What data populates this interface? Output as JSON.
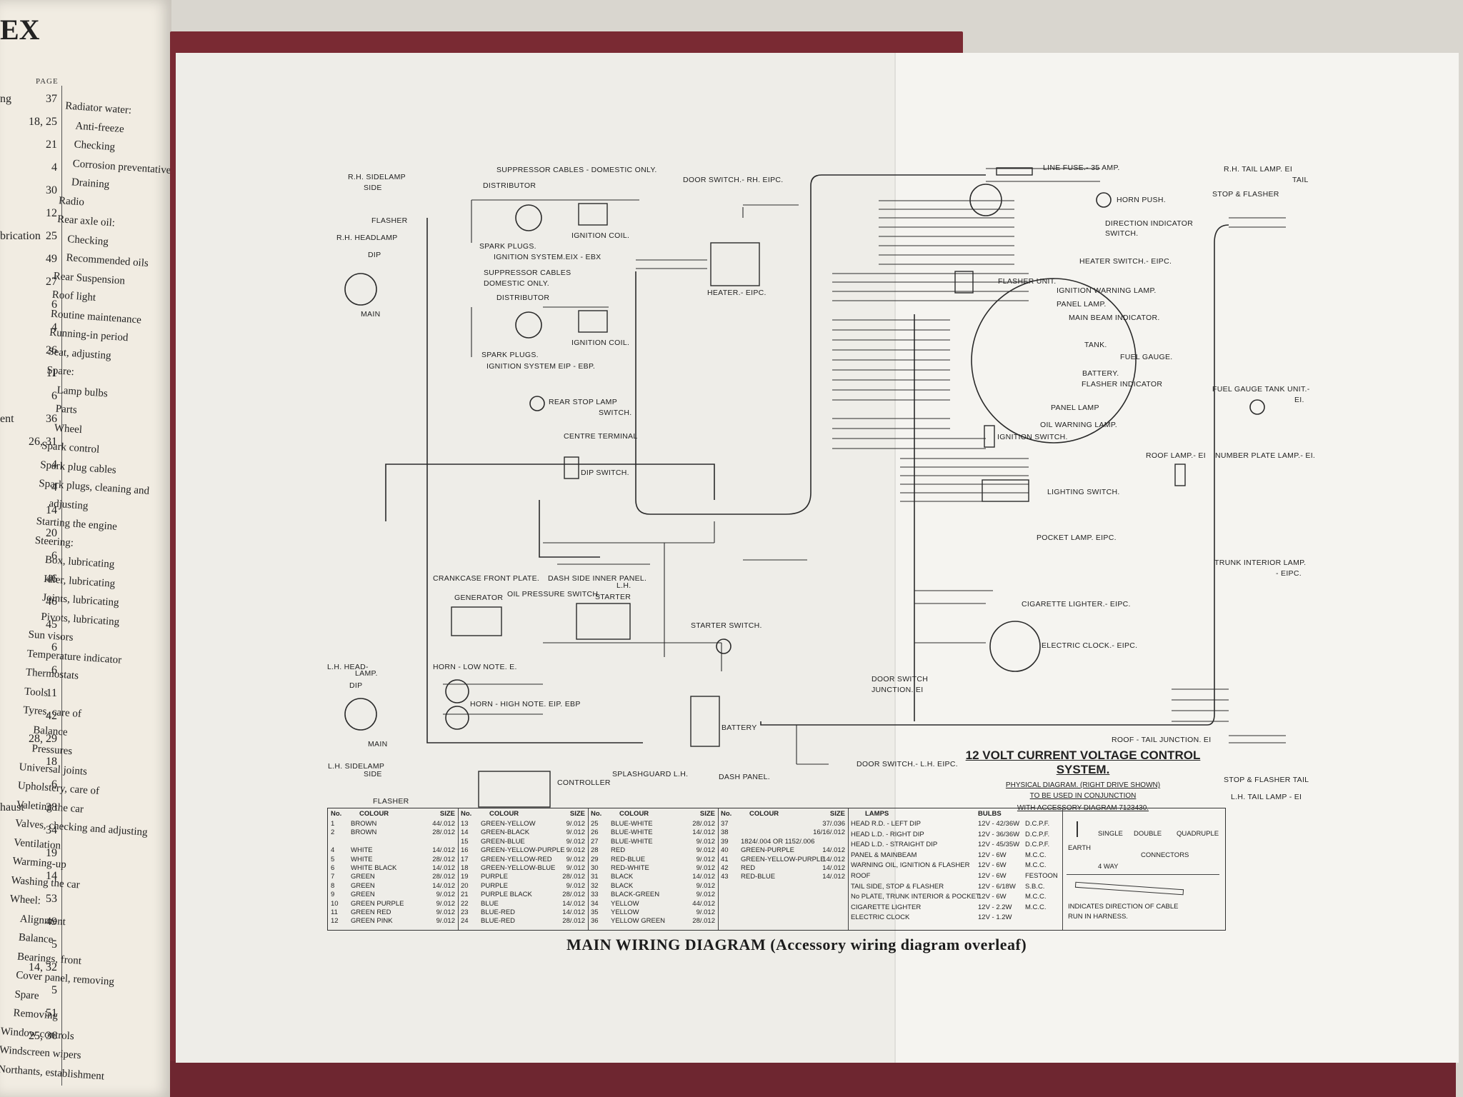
{
  "index_page": {
    "heading": "EX",
    "page_label": "PAGE",
    "left_entries": [
      {
        "text": "ng",
        "page": "37"
      },
      {
        "text": "",
        "page": "18, 25"
      },
      {
        "text": "",
        "page": "21"
      },
      {
        "text": "",
        "page": "4"
      },
      {
        "text": "",
        "page": "30"
      },
      {
        "text": "",
        "page": "12"
      },
      {
        "text": "brication",
        "page": "25"
      },
      {
        "text": "",
        "page": "49"
      },
      {
        "text": "",
        "page": "27"
      },
      {
        "text": "",
        "page": "6"
      },
      {
        "text": "",
        "page": "4"
      },
      {
        "text": "",
        "page": "26"
      },
      {
        "text": "",
        "page": "11"
      },
      {
        "text": "",
        "page": "6"
      },
      {
        "text": "ent",
        "page": "36"
      },
      {
        "text": "",
        "page": "26, 31"
      },
      {
        "text": "",
        "page": "4"
      },
      {
        "text": "",
        "page": "4"
      },
      {
        "text": "",
        "page": "14"
      },
      {
        "text": "",
        "page": "20"
      },
      {
        "text": "",
        "page": "6"
      },
      {
        "text": "",
        "page": "46"
      },
      {
        "text": "",
        "page": "46"
      },
      {
        "text": "",
        "page": "45"
      },
      {
        "text": "",
        "page": "6"
      },
      {
        "text": "",
        "page": "6"
      },
      {
        "text": "",
        "page": "11"
      },
      {
        "text": "",
        "page": "42"
      },
      {
        "text": "",
        "page": "28, 29"
      },
      {
        "text": "",
        "page": "18"
      },
      {
        "text": "",
        "page": "6"
      },
      {
        "text": "haust",
        "page": "38"
      },
      {
        "text": "",
        "page": "34"
      },
      {
        "text": "",
        "page": "19"
      },
      {
        "text": "",
        "page": "14"
      },
      {
        "text": "",
        "page": "53"
      },
      {
        "text": "",
        "page": "49"
      },
      {
        "text": "",
        "page": "5"
      },
      {
        "text": "",
        "page": "14, 32"
      },
      {
        "text": "",
        "page": "5"
      },
      {
        "text": "",
        "page": "51"
      },
      {
        "text": "",
        "page": "25, 36"
      }
    ],
    "right_entries": [
      {
        "text": "Radiator water:",
        "sub": false
      },
      {
        "text": "Anti-freeze",
        "sub": true
      },
      {
        "text": "Checking",
        "sub": true
      },
      {
        "text": "Corrosion preventative",
        "sub": true
      },
      {
        "text": "Draining",
        "sub": true
      },
      {
        "text": "Radio",
        "sub": false
      },
      {
        "text": "Rear axle oil:",
        "sub": false
      },
      {
        "text": "Checking",
        "sub": true
      },
      {
        "text": "Recommended oils",
        "sub": true
      },
      {
        "text": "Rear Suspension",
        "sub": false
      },
      {
        "text": "Roof light",
        "sub": false
      },
      {
        "text": "Routine maintenance",
        "sub": false
      },
      {
        "text": "Running-in period",
        "sub": false
      },
      {
        "text": "Seat, adjusting",
        "sub": false
      },
      {
        "text": "Spare:",
        "sub": false
      },
      {
        "text": "Lamp bulbs",
        "sub": true
      },
      {
        "text": "Parts",
        "sub": true
      },
      {
        "text": "Wheel",
        "sub": true
      },
      {
        "text": "Spark control",
        "sub": false
      },
      {
        "text": "Spark plug cables",
        "sub": false
      },
      {
        "text": "Spark plugs, cleaning and",
        "sub": false
      },
      {
        "text": "adjusting",
        "sub": true
      },
      {
        "text": "Starting the engine",
        "sub": false
      },
      {
        "text": "Steering:",
        "sub": false
      },
      {
        "text": "Box, lubricating",
        "sub": true
      },
      {
        "text": "Idler, lubricating",
        "sub": true
      },
      {
        "text": "Joints, lubricating",
        "sub": true
      },
      {
        "text": "Pivots, lubricating",
        "sub": true
      },
      {
        "text": "Sun visors",
        "sub": false
      },
      {
        "text": "Temperature indicator",
        "sub": false
      },
      {
        "text": "Thermostats",
        "sub": false
      },
      {
        "text": "Tools",
        "sub": false
      },
      {
        "text": "Tyres, care of",
        "sub": false
      },
      {
        "text": "Balance",
        "sub": true
      },
      {
        "text": "Pressures",
        "sub": true
      },
      {
        "text": "Universal joints",
        "sub": false
      },
      {
        "text": "Upholstery, care of",
        "sub": false
      },
      {
        "text": "Valeting the car",
        "sub": false
      },
      {
        "text": "Valves, checking and adjusting",
        "sub": false
      },
      {
        "text": "Ventilation",
        "sub": false
      },
      {
        "text": "Warming-up",
        "sub": false
      },
      {
        "text": "Washing the car",
        "sub": false
      },
      {
        "text": "Wheel:",
        "sub": false
      },
      {
        "text": "Alignment",
        "sub": true
      },
      {
        "text": "Balance",
        "sub": true
      },
      {
        "text": "Bearings, front",
        "sub": true
      },
      {
        "text": "Cover panel, removing",
        "sub": true
      },
      {
        "text": "Spare",
        "sub": true
      },
      {
        "text": "Removing",
        "sub": true
      },
      {
        "text": "Window controls",
        "sub": false
      },
      {
        "text": "Windscreen wipers",
        "sub": false
      },
      {
        "text": "Northants, establishment",
        "sub": false
      }
    ]
  },
  "diagram": {
    "main_title": "MAIN WIRING DIAGRAM (Accessory wiring diagram overleaf)",
    "system_title": "12  VOLT CURRENT VOLTAGE CONTROL SYSTEM.",
    "subtitle_1": "PHYSICAL  DIAGRAM. (RIGHT DRIVE SHOWN)",
    "subtitle_2": "TO BE USED IN CONJUNCTION",
    "subtitle_3": "WITH ACCESSORY DIAGRAM 7123430.",
    "components": {
      "rh_sidelamp": "R.H. SIDELAMP",
      "side": "SIDE",
      "flasher": "FLASHER",
      "rh_headlamp": "R.H. HEADLAMP",
      "dip": "DIP",
      "main": "MAIN",
      "suppressor_domestic": "SUPPRESSOR  CABLES - DOMESTIC  ONLY.",
      "distributor": "DISTRIBUTOR",
      "ignition_coil": "IGNITION  COIL.",
      "spark_plugs": "SPARK  PLUGS.",
      "ignition_system_eix": "IGNITION  SYSTEM.EIX - EBX",
      "suppressor_cables": "SUPPRESSOR  CABLES",
      "domestic_only": "DOMESTIC  ONLY.",
      "ignition_system_eip": "IGNITION  SYSTEM  EIP - EBP.",
      "door_switch_rh": "DOOR  SWITCH.- RH. EIPC.",
      "heater": "HEATER.- EIPC.",
      "line_fuse": "LINE  FUSE.- 35  AMP.",
      "horn_push": "HORN  PUSH.",
      "direction_indicator": "DIRECTION  INDICATOR",
      "switch": "SWITCH.",
      "heater_switch": "HEATER  SWITCH.- EIPC.",
      "flasher_unit": "FLASHER  UNIT.",
      "ignition_warning_lamp": "IGNITION  WARNING  LAMP.",
      "panel_lamp": "PANEL  LAMP.",
      "main_beam_indicator": "MAIN  BEAM  INDICATOR.",
      "tank": "TANK.",
      "fuel_gauge": "FUEL  GAUGE.",
      "battery_label": "BATTERY.",
      "flasher_indicator": "FLASHER  INDICATOR",
      "panel_lamp_2": "PANEL  LAMP",
      "oil_warning_lamp": "OIL  WARNING  LAMP.",
      "ignition_switch": "IGNITION  SWITCH.",
      "rh_tail_lamp": "R.H. TAIL  LAMP.  EI",
      "tail": "TAIL",
      "stop_flasher": "STOP  &  FLASHER",
      "fuel_gauge_tank_unit": "FUEL  GAUGE  TANK  UNIT.-",
      "ei": "EI.",
      "roof_lamp": "ROOF  LAMP.- EI",
      "number_plate_lamp": "NUMBER  PLATE  LAMP.- EI.",
      "lighting_switch": "LIGHTING  SWITCH.",
      "pocket_lamp": "POCKET  LAMP. EIPC.",
      "trunk_interior_lamp": "TRUNK  INTERIOR  LAMP.",
      "eipc": "- EIPC.",
      "rear_stop_lamp_switch": "REAR  STOP  LAMP",
      "switch_2": "SWITCH.",
      "centre_terminal": "CENTRE  TERMINAL",
      "dip_switch": "DIP  SWITCH.",
      "crankcase": "CRANKCASE  FRONT  PLATE.",
      "dash_side": "DASH  SIDE  INNER  PANEL.",
      "lh_short": "L.H.",
      "generator": "GENERATOR",
      "oil_pressure_switch": "OIL  PRESSURE  SWITCH.",
      "starter": "STARTER",
      "starter_switch": "STARTER  SWITCH.",
      "cigarette_lighter": "CIGARETTE  LIGHTER.- EIPC.",
      "electric_clock": "ELECTRIC  CLOCK.- EIPC.",
      "lh_headlamp": "L.H. HEAD-",
      "lamp": "LAMP.",
      "horn_low": "HORN - LOW  NOTE.  E.",
      "horn_high": "HORN - HIGH  NOTE. EIP. EBP",
      "battery": "BATTERY",
      "door_switch_junction": "DOOR  SWITCH",
      "junction_ei": "JUNCTION. EI",
      "door_switch_lh": "DOOR  SWITCH.- L.H. EIPC.",
      "lh_sidelamp": "L.H. SIDELAMP",
      "controller": "CONTROLLER",
      "splashguard": "SPLASHGUARD  L.H.",
      "dash_panel": "DASH  PANEL.",
      "roof_tail_junction": "ROOF - TAIL  JUNCTION.  EI",
      "stop_flasher_tail": "STOP & FLASHER  TAIL",
      "lh_tail_lamp": "L.H. TAIL  LAMP - EI"
    },
    "legend": {
      "col_headers": {
        "no": "No.",
        "colour": "COLOUR",
        "size": "SIZE"
      },
      "col1": [
        {
          "n": "1",
          "c": "BROWN",
          "s": "44/.012"
        },
        {
          "n": "2",
          "c": "BROWN",
          "s": "28/.012"
        },
        {
          "n": "",
          "c": "",
          "s": ""
        },
        {
          "n": "4",
          "c": "WHITE",
          "s": "14/.012"
        },
        {
          "n": "5",
          "c": "WHITE",
          "s": "28/.012"
        },
        {
          "n": "6",
          "c": "WHITE BLACK",
          "s": "14/.012"
        },
        {
          "n": "7",
          "c": "GREEN",
          "s": "28/.012"
        },
        {
          "n": "8",
          "c": "GREEN",
          "s": "14/.012"
        },
        {
          "n": "9",
          "c": "GREEN",
          "s": "9/.012"
        },
        {
          "n": "10",
          "c": "GREEN  PURPLE",
          "s": "9/.012"
        },
        {
          "n": "11",
          "c": "GREEN  RED",
          "s": "9/.012"
        },
        {
          "n": "12",
          "c": "GREEN  PINK",
          "s": "9/.012"
        }
      ],
      "col2": [
        {
          "n": "13",
          "c": "GREEN-YELLOW",
          "s": "9/.012"
        },
        {
          "n": "14",
          "c": "GREEN-BLACK",
          "s": "9/.012"
        },
        {
          "n": "15",
          "c": "GREEN-BLUE",
          "s": "9/.012"
        },
        {
          "n": "16",
          "c": "GREEN-YELLOW-PURPLE",
          "s": "9/.012"
        },
        {
          "n": "17",
          "c": "GREEN-YELLOW-RED",
          "s": "9/.012"
        },
        {
          "n": "18",
          "c": "GREEN-YELLOW-BLUE",
          "s": "9/.012"
        },
        {
          "n": "19",
          "c": "PURPLE",
          "s": "28/.012"
        },
        {
          "n": "20",
          "c": "PURPLE",
          "s": "9/.012"
        },
        {
          "n": "21",
          "c": "PURPLE BLACK",
          "s": "28/.012"
        },
        {
          "n": "22",
          "c": "BLUE",
          "s": "14/.012"
        },
        {
          "n": "23",
          "c": "BLUE-RED",
          "s": "14/.012"
        },
        {
          "n": "24",
          "c": "BLUE-RED",
          "s": "28/.012"
        }
      ],
      "col3": [
        {
          "n": "25",
          "c": "BLUE-WHITE",
          "s": "28/.012"
        },
        {
          "n": "26",
          "c": "BLUE-WHITE",
          "s": "14/.012"
        },
        {
          "n": "27",
          "c": "BLUE-WHITE",
          "s": "9/.012"
        },
        {
          "n": "28",
          "c": "RED",
          "s": "9/.012"
        },
        {
          "n": "29",
          "c": "RED-BLUE",
          "s": "9/.012"
        },
        {
          "n": "30",
          "c": "RED-WHITE",
          "s": "9/.012"
        },
        {
          "n": "31",
          "c": "BLACK",
          "s": "14/.012"
        },
        {
          "n": "32",
          "c": "BLACK",
          "s": "9/.012"
        },
        {
          "n": "33",
          "c": "BLACK-GREEN",
          "s": "9/.012"
        },
        {
          "n": "34",
          "c": "YELLOW",
          "s": "44/.012"
        },
        {
          "n": "35",
          "c": "YELLOW",
          "s": "9/.012"
        },
        {
          "n": "36",
          "c": "YELLOW GREEN",
          "s": "28/.012"
        }
      ],
      "col4": [
        {
          "n": "37",
          "c": "",
          "s": "37/.036"
        },
        {
          "n": "38",
          "c": "",
          "s": "16/16/.012"
        },
        {
          "n": "39",
          "c": "1824/.004 OR 1152/.006",
          "s": ""
        },
        {
          "n": "40",
          "c": "GREEN-PURPLE",
          "s": "14/.012"
        },
        {
          "n": "41",
          "c": "GREEN-YELLOW-PURPLE",
          "s": "14/.012"
        },
        {
          "n": "42",
          "c": "RED",
          "s": "14/.012"
        },
        {
          "n": "43",
          "c": "RED-BLUE",
          "s": "14/.012"
        }
      ],
      "lamps_header": {
        "lamps": "LAMPS",
        "bulbs": "BULBS"
      },
      "lamps": [
        {
          "lamp": "HEAD R.D. - LEFT DIP",
          "bulb": "12V - 42/36W",
          "type": "D.C.P.F."
        },
        {
          "lamp": "HEAD L.D. - RIGHT DIP",
          "bulb": "12V - 36/36W",
          "type": "D.C.P.F."
        },
        {
          "lamp": "HEAD L.D. - STRAIGHT DIP",
          "bulb": "12V - 45/35W",
          "type": "D.C.P.F."
        },
        {
          "lamp": "PANEL & MAINBEAM",
          "bulb": "12V - 6W",
          "type": "M.C.C."
        },
        {
          "lamp": "WARNING OIL, IGNITION & FLASHER",
          "bulb": "12V - 6W",
          "type": "M.C.C."
        },
        {
          "lamp": "ROOF",
          "bulb": "12V - 6W",
          "type": "FESTOON"
        },
        {
          "lamp": "TAIL SIDE, STOP & FLASHER",
          "bulb": "12V - 6/18W",
          "type": "S.B.C."
        },
        {
          "lamp": "No PLATE, TRUNK INTERIOR & POCKET",
          "bulb": "12V - 6W",
          "type": "M.C.C."
        },
        {
          "lamp": "CIGARETTE LIGHTER",
          "bulb": "12V - 2.2W",
          "type": "M.C.C."
        },
        {
          "lamp": "ELECTRIC CLOCK",
          "bulb": "12V - 1.2W",
          "type": ""
        }
      ],
      "symbols": {
        "earth": "EARTH",
        "single": "SINGLE",
        "double": "DOUBLE",
        "quadruple": "QUADRUPLE",
        "four_way": "4 WAY",
        "connectors": "CONNECTORS",
        "harness_note_1": "INDICATES  DIRECTION  OF  CABLE",
        "harness_note_2": "RUN  IN  HARNESS."
      }
    }
  }
}
